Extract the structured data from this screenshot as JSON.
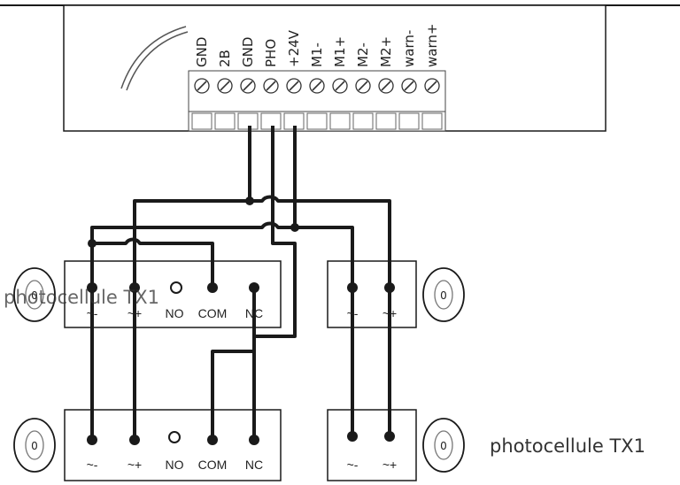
{
  "controller": {
    "terminals": [
      "GND",
      "2B",
      "GND",
      "PHO",
      "+24V",
      "M1-",
      "M1+",
      "M2-",
      "M2+",
      "warn-",
      "warn+"
    ]
  },
  "receiver_top": {
    "caption": "photocellule TX1",
    "terminals": [
      "~-",
      "~+",
      "NO",
      "COM",
      "NC"
    ]
  },
  "transmitter_top": {
    "terminals": [
      "~-",
      "~+"
    ]
  },
  "receiver_bottom": {
    "terminals": [
      "~-",
      "~+",
      "NO",
      "COM",
      "NC"
    ]
  },
  "transmitter_bottom": {
    "caption": "photocellule TX1",
    "terminals": [
      "~-",
      "~+"
    ]
  },
  "lens_label": "0"
}
